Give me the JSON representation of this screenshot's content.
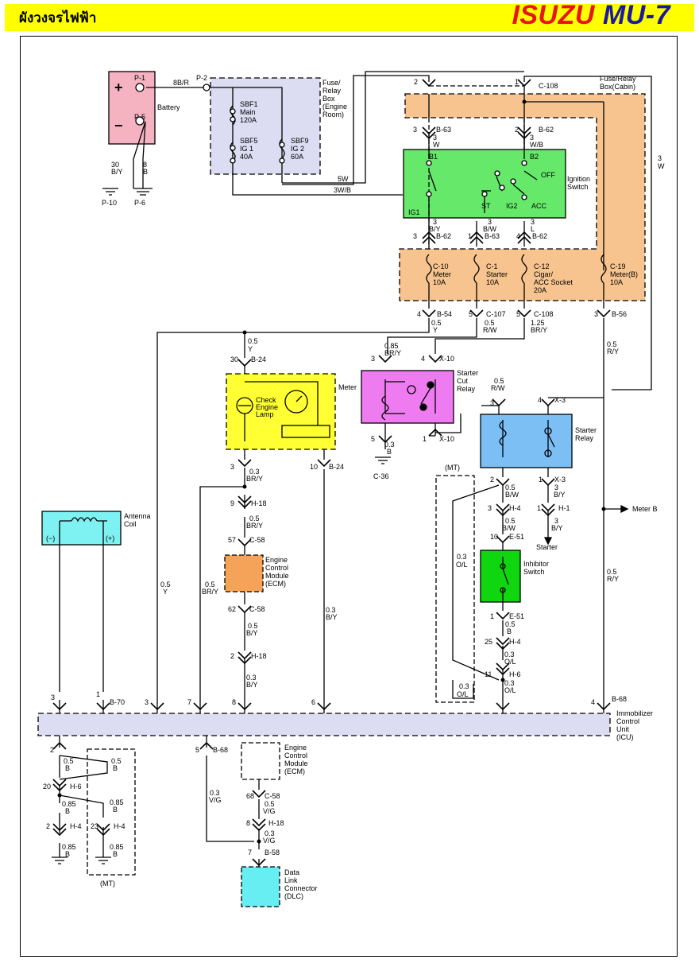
{
  "header": {
    "title_th": "ผังวงจรไฟฟ้า",
    "brand_part1": "ISUZU",
    "brand_part2": "MU-7",
    "brand_color1": "#e8141b",
    "brand_color2": "#1a1aa0",
    "bar_color": "#ffff00"
  },
  "battery": {
    "name": "Battery",
    "plus": "+",
    "minus": "−",
    "p1": "P-1",
    "p5": "P-5",
    "wire_top": "8B/R",
    "wire_g1_size": "30",
    "wire_g1_color": "B/Y",
    "wire_g2_size": "8",
    "wire_g2_color": "B",
    "ground1": "P-10",
    "ground2": "P-6"
  },
  "fuse_box_engine": {
    "p2": "P-2",
    "label": [
      "Fuse/",
      "Relay",
      "Box",
      "(Engine",
      "Room)"
    ],
    "sbf1": [
      "SBF1",
      "Main",
      "120A"
    ],
    "sbf5": [
      "SBF5",
      "IG 1",
      "40A"
    ],
    "sbf9": [
      "SBF9",
      "IG 2",
      "60A"
    ],
    "wire_5w": "5W",
    "wire_3wb": "3W/B"
  },
  "fuse_box_cabin": {
    "label": [
      "Fuse/Relay",
      "Box(Cabin)"
    ],
    "c108_top": "C-108",
    "pin2": "2",
    "pin1": "1",
    "wire_3w": [
      "3",
      "W"
    ],
    "fuses": [
      {
        "name": "C-10",
        "desc": "Meter",
        "amp": "10A"
      },
      {
        "name": "C-1",
        "desc": "Starter",
        "amp": "10A"
      },
      {
        "name": "C-12",
        "desc": "Cigar/",
        "desc2": "ACC Socket",
        "amp": "20A"
      },
      {
        "name": "C-19",
        "desc": "Meter(B)",
        "amp": "10A"
      }
    ]
  },
  "ignition_switch": {
    "label": [
      "Ignition",
      "Switch"
    ],
    "b1": "B1",
    "b2": "B2",
    "off": "OFF",
    "ig1": "IG1",
    "st": "ST",
    "ig2": "IG2",
    "acc": "ACC",
    "in_left": {
      "pin": "3",
      "conn": "B-63",
      "size": "3",
      "color": "W"
    },
    "in_right": {
      "pin": "2",
      "conn": "B-62",
      "size": "3",
      "color": "W/B"
    },
    "out": [
      {
        "pin": "3",
        "conn": "B-62",
        "size": "3",
        "color": "B/Y"
      },
      {
        "pin": "1",
        "conn": "B-63",
        "size": "3",
        "color": "B/W"
      },
      {
        "pin": "4",
        "conn": "B-62",
        "size": "3",
        "color": "L"
      }
    ]
  },
  "fuse_outputs": [
    {
      "pin": "4",
      "conn": "B-54",
      "size": "0.5",
      "color": "Y"
    },
    {
      "pin": "5",
      "conn": "C-107",
      "size": "0.5",
      "color": "R/W"
    },
    {
      "pin": "5",
      "conn": "C-108",
      "size": "1.25",
      "color": "BR/Y"
    },
    {
      "pin": "3",
      "conn": "B-56",
      "size": "",
      "color": ""
    }
  ],
  "meter": {
    "label": "Meter",
    "lamp": [
      "Check",
      "Engine",
      "Lamp"
    ],
    "top_pin": "30",
    "top_conn": "B-24",
    "top_size": "0.5",
    "top_color": "Y",
    "bot_left_pin": "3",
    "bot_right_pin": "10",
    "bot_conn": "B-24",
    "wire_size": "0.3",
    "wire_color": "BR/Y"
  },
  "starter_cut_relay": {
    "label": [
      "Starter",
      "Cut",
      "Relay"
    ],
    "in_size": "0.85",
    "in_color": "BR/Y",
    "pin3": "3",
    "pin4": "4",
    "conn_top": "X-10",
    "pin5": "5",
    "pin1": "1",
    "conn_bot": "X-10",
    "gnd_size": "0.3",
    "gnd_color": "B",
    "gnd": "C-36",
    "out_size": "0.5",
    "out_color": "R/W"
  },
  "starter_relay": {
    "label": [
      "Starter",
      "Relay"
    ],
    "pin3": "3",
    "pin4": "4",
    "conn": "X-3",
    "pin2": "2",
    "pin1": "1",
    "conn2": "X-3",
    "w1_size": "0.5",
    "w1_color": "B/W",
    "h4_pin": "3",
    "h4": "H-4",
    "w2_size": "0.5",
    "w2_color": "B/W",
    "e51_pin": "10",
    "e51": "E-51",
    "out_size": "3",
    "out_color": "B/Y",
    "h1_pin": "1",
    "h1": "H-1",
    "out2_size": "3",
    "out2_color": "B/Y",
    "starter": "Starter"
  },
  "inhibitor": {
    "label": [
      "Inhibitor",
      "Switch"
    ],
    "mt": "(MT)",
    "e51_pin": "1",
    "e51": "E-51",
    "w1_size": "0.5",
    "w1_color": "B",
    "h4_pin": "25",
    "h4": "H-4",
    "w2_size": "0.3",
    "w2_color": "O/L",
    "h6_pin": "11",
    "h6": "H-6",
    "w3_size": "0.3",
    "w3_color": "O/L",
    "mt_size": "0.3",
    "mt_color": "O/L",
    "loop_size": "0.3",
    "loop_color": "O/L"
  },
  "meter_b": {
    "label": "Meter B",
    "wire_size": "0.5",
    "wire_color": "R/Y"
  },
  "antenna": {
    "label": [
      "Antenna",
      "Coil"
    ],
    "minus": "(−)",
    "plus": "(+)"
  },
  "ecm_upper": {
    "label": [
      "Engine",
      "Control",
      "Module",
      "(ECM)"
    ],
    "h18_pin": "9",
    "h18": "H-18",
    "w1_size": "0.5",
    "w1_color": "BR/Y",
    "c58_pin": "57",
    "c58": "C-58",
    "c58b_pin": "62",
    "c58b": "C-58",
    "w2_size": "0.5",
    "w2_color": "B/Y",
    "h18b_pin": "2",
    "h18b": "H-18",
    "w3_size": "0.3",
    "w3_color": "B/Y",
    "left_size": "0.5",
    "left_color": "BR/Y",
    "right_size": "0.3",
    "right_color": "B/Y",
    "far_left_size": "0.5",
    "far_left_color": "Y"
  },
  "icu": {
    "label": [
      "Immobilizer",
      "Control",
      "Unit",
      "(ICU)"
    ],
    "pins_top": [
      "3",
      "1",
      "3",
      "7",
      "8",
      "6",
      "4"
    ],
    "conn_b70": "B-70",
    "conn_b68": "B-68",
    "conn_b68b": "B-68",
    "pins_bottom": [
      "2",
      "5"
    ]
  },
  "bottom_left": {
    "w1_size": "0.5",
    "w1_color": "B",
    "loop_size": "0.5",
    "loop_color": "B",
    "h6_pin": "20",
    "h6": "H-6",
    "w2_size": "0.85",
    "w2_color": "B",
    "w3_size": "0.85",
    "w3_color": "B",
    "h4_pin": "2",
    "h4": "H-4",
    "h4b_pin": "23",
    "h4b": "H-4",
    "g1_size": "0.85",
    "g1_color": "B",
    "g2_size": "0.85",
    "g2_color": "B",
    "mt": "(MT)"
  },
  "ecm_lower": {
    "label": [
      "Engine",
      "Control",
      "Module",
      "(ECM)"
    ],
    "wire_size": "0.3",
    "wire_color": "V/G",
    "c58_pin": "68",
    "c58": "C-58",
    "w1_size": "0.5",
    "w1_color": "V/G",
    "h18_pin": "8",
    "h18": "H-18",
    "w2_size": "0.3",
    "w2_color": "V/G",
    "b58_pin": "7",
    "b58": "B-58"
  },
  "dlc": {
    "label": [
      "Data",
      "Link",
      "Connector",
      "(DLC)"
    ]
  },
  "colors": {
    "battery": "#f5b3c2",
    "fuse_engine": "#dcdcf2",
    "fuse_cabin": "#f7c48f",
    "ignition": "#66e86a",
    "meter": "#ffff33",
    "starter_cut": "#ee7cf0",
    "starter_relay": "#7bbff5",
    "inhibitor": "#0fd60f",
    "antenna": "#7ef2f2",
    "ecm": "#f6a35a",
    "icu": "#dcdcf2",
    "dlc": "#66eef2"
  }
}
